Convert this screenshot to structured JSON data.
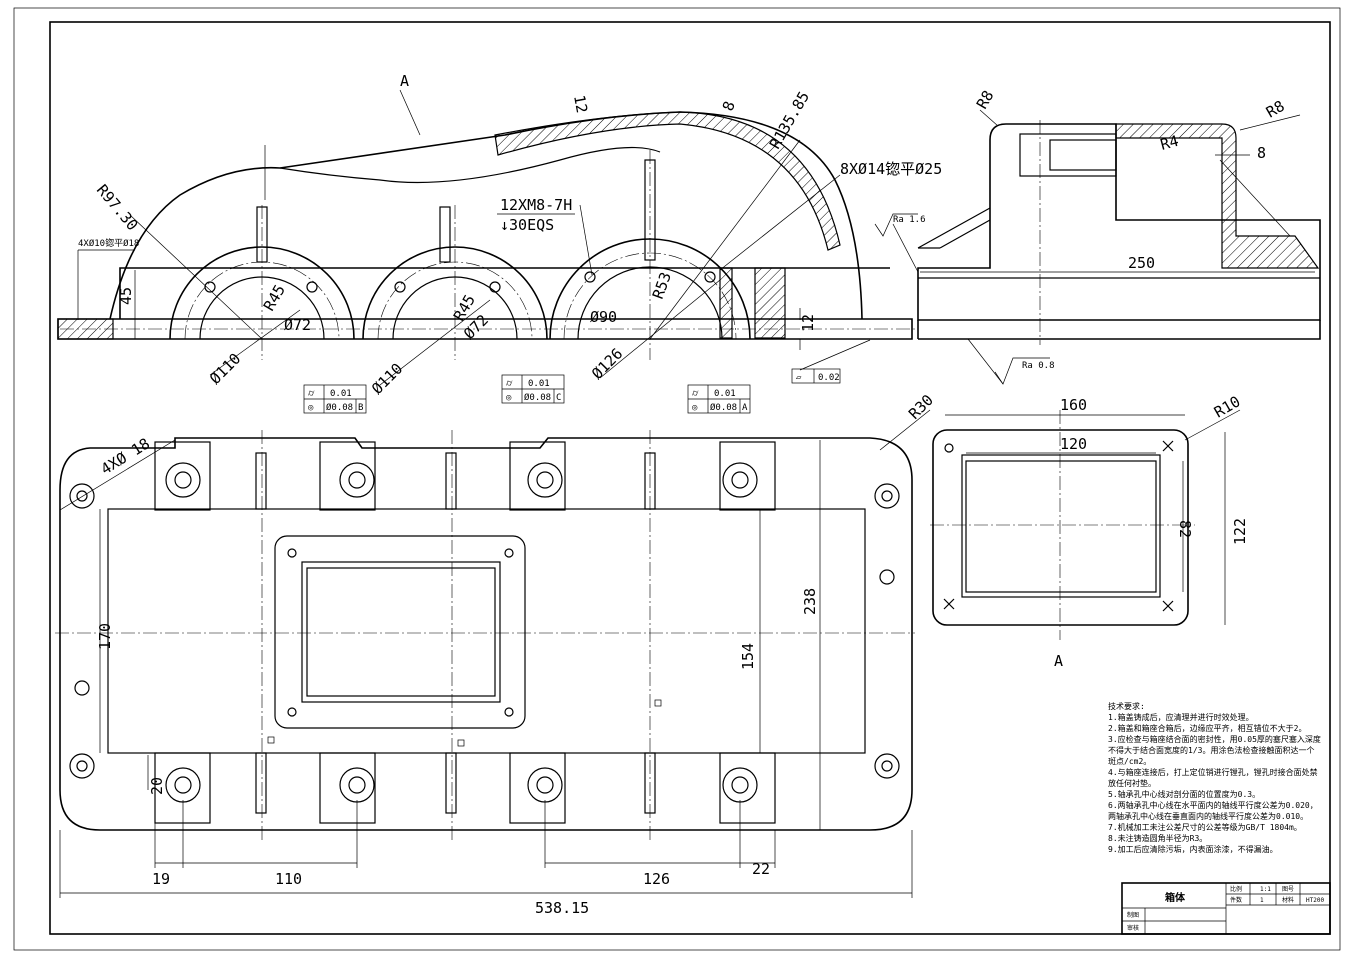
{
  "drawing": {
    "view_label_a_top": "A",
    "view_label_a_bottom": "A",
    "dims_front": {
      "r97_30": "R97.30",
      "holes_4x10": "4XØ10锪平Ø18",
      "d45": "45",
      "r45_1": "R45",
      "r45_2": "R45",
      "d72_1": "Ø72",
      "d72_2": "Ø72",
      "d110_1": "Ø110",
      "d110_2": "Ø110",
      "d90": "Ø90",
      "d126": "Ø126",
      "r53": "R53",
      "t12_top": "12",
      "t8": "8",
      "r135": "R135.85",
      "holes_8x14": "8XØ14锪平Ø25",
      "thread_1": "12XM8-7H",
      "thread_2": "↓30EQS",
      "t12_base": "12"
    },
    "gdt": [
      {
        "sym": "⌭",
        "val": "0.01",
        "sym2": "◎",
        "val2": "Ø0.08",
        "ref": "B"
      },
      {
        "sym": "⌭",
        "val": "0.01",
        "sym2": "◎",
        "val2": "Ø0.08",
        "ref": "C"
      },
      {
        "sym": "⌭",
        "val": "0.01",
        "sym2": "◎",
        "val2": "Ø0.08",
        "ref": "A"
      }
    ],
    "flatness": {
      "sym": "▱",
      "val": "0.02"
    },
    "dims_side": {
      "r8_left": "R8",
      "r8_right": "R8",
      "r4": "R4",
      "t8": "8",
      "w250": "250",
      "ra16": "Ra 1.6",
      "ra08": "Ra 0.8"
    },
    "dims_top": {
      "r30": "R30",
      "holes_4x18": "4XØ 18",
      "d238": "238",
      "d154": "154",
      "d170": "170",
      "d20": "20",
      "d19": "19",
      "d110": "110",
      "d126": "126",
      "d22": "22",
      "d538": "538.15"
    },
    "dims_cover": {
      "d160": "160",
      "d120": "120",
      "r10": "R10",
      "d82": "82",
      "d122": "122"
    }
  },
  "tech_notes": {
    "title": "技术要求:",
    "lines": [
      "1.箱盖铸成后，应清理并进行时效处理。",
      "2.箱盖和箱座合箱后，边缘应平齐，相互错位不大于2。",
      "3.应检查与箱座结合面的密封性，用0.05厚的塞尺塞入深度",
      "不得大于结合面宽度的1/3。用涂色法检查接触面积达一个",
      "斑点/cm2。",
      "4.与箱座连接后，打上定位销进行镗孔，镗孔时接合面处禁",
      "放任何衬垫。",
      "5.轴承孔中心线对剖分面的位置度为0.3。",
      "6.两轴承孔中心线在水平面内的轴线平行度公差为0.020，",
      "两轴承孔中心线在垂直面内的轴线平行度公差为0.010。",
      "7.机械加工未注公差尺寸的公差等级为GB/T 1804m。",
      "8.未注铸造圆角半径为R3。",
      "9.加工后应清除污垢，内表面涂漆，不得漏油。"
    ]
  },
  "title_block": {
    "part_name": "箱体",
    "scale_label": "比例",
    "scale_value": "1:1",
    "count_label": "件数",
    "count_value": "1",
    "drawing_no_label": "图号",
    "material_label": "材料",
    "material_value": "HT200",
    "drawn_label": "制图",
    "checked_label": "审核"
  }
}
